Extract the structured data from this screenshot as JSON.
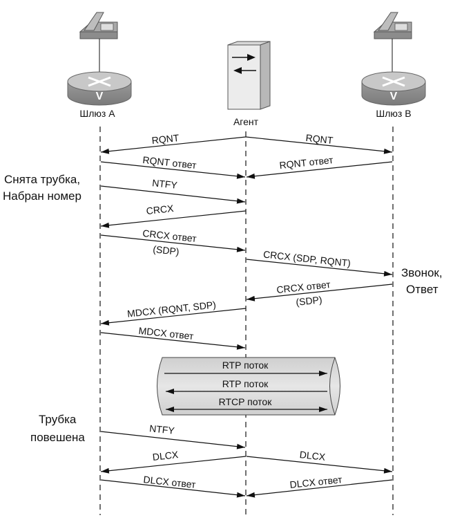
{
  "title": "MGCP call flow",
  "entities": [
    {
      "id": "gwA",
      "label": "Шлюз А",
      "icon": "router-icon",
      "phone": true
    },
    {
      "id": "agent",
      "label": "Агент",
      "icon": "call-agent-server-icon",
      "phone": false
    },
    {
      "id": "gwB",
      "label": "Шлюз В",
      "icon": "router-icon",
      "phone": true
    }
  ],
  "annotations": [
    {
      "side": "left",
      "lines": [
        "Снята трубка,",
        "Набран номер"
      ]
    },
    {
      "side": "right",
      "lines": [
        "Звонок,",
        "Ответ"
      ]
    },
    {
      "side": "left",
      "lines": [
        "Трубка",
        "повешена"
      ]
    }
  ],
  "messages": [
    {
      "from": "agent",
      "to": "gwA",
      "lines": [
        "RQNT"
      ]
    },
    {
      "from": "agent",
      "to": "gwB",
      "lines": [
        "RQNT"
      ]
    },
    {
      "from": "gwA",
      "to": "agent",
      "lines": [
        "RQNT ответ"
      ]
    },
    {
      "from": "gwB",
      "to": "agent",
      "lines": [
        "RQNT ответ"
      ]
    },
    {
      "from": "gwA",
      "to": "agent",
      "lines": [
        "NTFY"
      ]
    },
    {
      "from": "agent",
      "to": "gwA",
      "lines": [
        "CRCX"
      ]
    },
    {
      "from": "gwA",
      "to": "agent",
      "lines": [
        "CRCX ответ",
        "(SDP)"
      ]
    },
    {
      "from": "agent",
      "to": "gwB",
      "lines": [
        "CRCX (SDP, RQNT)"
      ]
    },
    {
      "from": "gwB",
      "to": "agent",
      "lines": [
        "CRCX ответ",
        "(SDP)"
      ]
    },
    {
      "from": "agent",
      "to": "gwA",
      "lines": [
        "MDCX (RQNT, SDP)"
      ]
    },
    {
      "from": "gwA",
      "to": "agent",
      "lines": [
        "MDCX ответ"
      ]
    },
    {
      "from": "gwA",
      "to": "agent",
      "lines": [
        "NTFY"
      ]
    },
    {
      "from": "agent",
      "to": "gwA",
      "lines": [
        "DLCX"
      ]
    },
    {
      "from": "agent",
      "to": "gwB",
      "lines": [
        "DLCX"
      ]
    },
    {
      "from": "gwA",
      "to": "agent",
      "lines": [
        "DLCX ответ"
      ]
    },
    {
      "from": "gwB",
      "to": "agent",
      "lines": [
        "DLCX ответ"
      ]
    }
  ],
  "media_pipe": {
    "streams": [
      {
        "label": "RTP поток",
        "direction": "right"
      },
      {
        "label": "RTP поток",
        "direction": "left"
      },
      {
        "label": "RTCP поток",
        "direction": "both"
      }
    ]
  }
}
